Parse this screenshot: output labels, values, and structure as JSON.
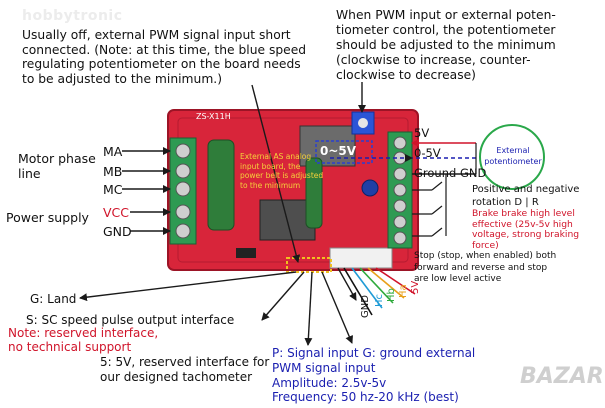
{
  "watermark_top": "hobbytronic",
  "watermark_bottom": "BAZAR",
  "top_left_note": "Usually off, external PWM signal input short\nconnected. (Note: at this time, the blue speed\nregulating potentiometer on the board needs\nto be adjusted to the minimum.)",
  "top_right_note": "When PWM input or external poten-\ntiometer control, the potentiometer\nshould be adjusted to the minimum\n(clockwise to increase, counter-\nclockwise to decrease)",
  "board": {
    "model": "ZS-X11H",
    "overlay_note": "External AS analog\ninput board, the\npower belt is adjusted\nto the minimum",
    "range_label": "0~5V"
  },
  "left": {
    "motor_phase_label": "Motor phase\nline",
    "ma": "MA",
    "mb": "MB",
    "mc": "MC",
    "power_supply_label": "Power supply",
    "vcc": "VCC",
    "gnd": "GND"
  },
  "right": {
    "v5": "5V",
    "v05": "0-5V",
    "ground": "Ground GND",
    "external_pot": "External\npotentiometer",
    "rotation": "Positive and negative\nrotation D | R",
    "brake": "Brake brake high level\neffective (25v-5v high\nvoltage, strong braking\nforce)",
    "stop": "Stop (stop, when enabled) both\nforward and reverse and stop\nare low level active"
  },
  "bottom": {
    "g_land": "G: Land",
    "s_sc": "S: SC speed pulse output interface",
    "reserved_note": "Note: reserved interface,\nno technical support",
    "five_v": "5: 5V, reserved interface for\nour designed tachometer",
    "p_signal": "P: Signal input G: ground external\nPWM signal input\nAmplitude: 2.5v-5v\nFrequency: 50 hz-20 kHz (best)",
    "hall_pins": [
      "GND",
      "Hc",
      "Hb",
      "Ha",
      "5V"
    ]
  },
  "colors": {
    "board": "#d8253a",
    "terminal": "#2e9a52",
    "arrow": "#1a1a1a",
    "note_red": "#d0142a",
    "blue_text": "#1a1fb0",
    "pot_circle": "#2aa84a"
  }
}
